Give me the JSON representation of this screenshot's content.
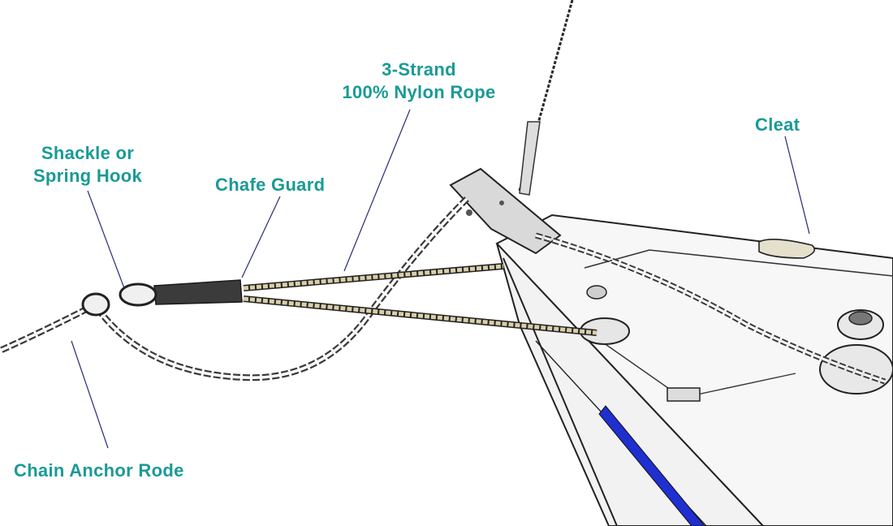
{
  "labels": {
    "rope": {
      "line1": "3-Strand",
      "line2": "100% Nylon Rope"
    },
    "cleat": "Cleat",
    "shackle": {
      "line1": "Shackle or",
      "line2": "Spring Hook"
    },
    "chafe_guard": "Chafe Guard",
    "chain_rode": "Chain Anchor Rode"
  },
  "colors": {
    "label_text": "#1a9a96",
    "leader_line": "#2a2a7a",
    "chain": "#3a3a3a",
    "rope": "#d8cfa8",
    "chafe_guard": "#3b3b3b",
    "hull_stripe": "#1f2fd0"
  }
}
